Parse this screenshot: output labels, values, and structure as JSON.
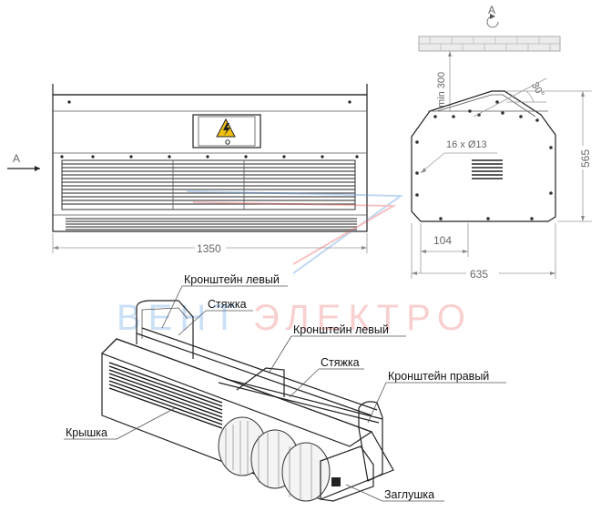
{
  "view_marker": "A",
  "dimensions": {
    "width_front": "1350",
    "min_gap": "min 300",
    "angle": "30°",
    "holes": "16 x Ø13",
    "height_side": "565",
    "offset": "104",
    "depth": "635"
  },
  "callouts": {
    "bracket_left_1": "Кронштейн левый",
    "tie_1": "Стяжка",
    "bracket_left_2": "Кронштейн левый",
    "tie_2": "Стяжка",
    "bracket_right": "Кронштейн правый",
    "cover": "Крышка",
    "plug": "Заглушка"
  },
  "watermark": {
    "left": "ВЕНТ",
    "right": "ЭЛЕКТРО"
  }
}
